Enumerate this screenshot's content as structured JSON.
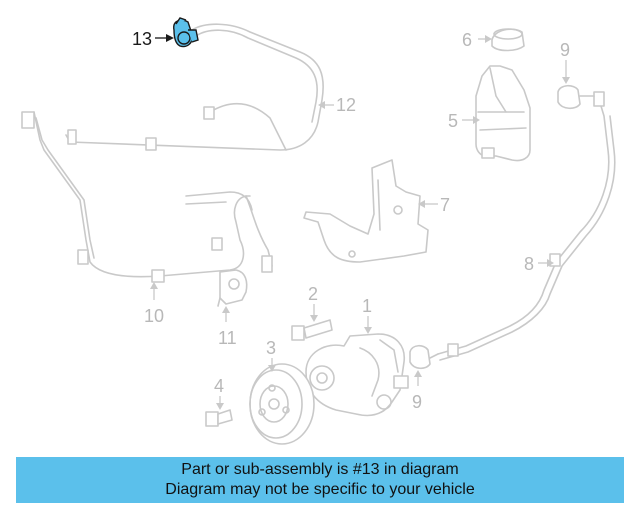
{
  "callouts": {
    "c1": "1",
    "c2": "2",
    "c3": "3",
    "c4": "4",
    "c5": "5",
    "c6": "6",
    "c7": "7",
    "c8": "8",
    "c9a": "9",
    "c9b": "9",
    "c10": "10",
    "c11": "11",
    "c12": "12",
    "c13": "13"
  },
  "highlight": {
    "part_number": "13",
    "color": "#5bc0eb"
  },
  "banner": {
    "line1": "Part or sub-assembly is #13 in diagram",
    "line2": "Diagram may not be specific to your vehicle"
  }
}
